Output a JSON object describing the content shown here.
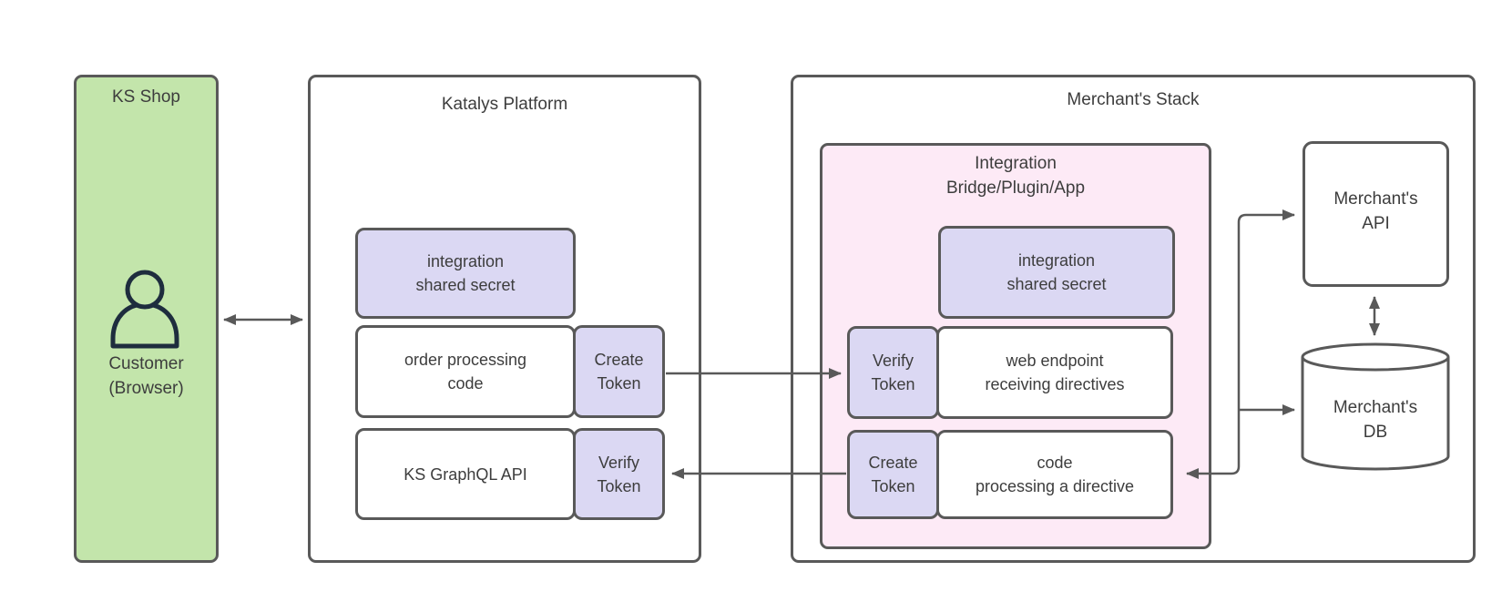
{
  "colors": {
    "green": "#c3e5ab",
    "lavender": "#dbd8f3",
    "pink": "#fdeaf6",
    "stroke": "#595959",
    "text": "#3d3d3d",
    "icon": "#1e2d3e"
  },
  "ks_shop": {
    "title": "KS Shop",
    "customer_label": [
      "Customer",
      "(Browser)"
    ]
  },
  "katalys": {
    "title": "Katalys Platform",
    "shared_secret": [
      "integration",
      "shared secret"
    ],
    "order_processing": [
      "order processing",
      "code"
    ],
    "create_token": [
      "Create",
      "Token"
    ],
    "graphql_api": "KS GraphQL API",
    "verify_token": [
      "Verify",
      "Token"
    ]
  },
  "merchant": {
    "title": "Merchant's Stack",
    "bridge": {
      "title": [
        "Integration",
        "Bridge/Plugin/App"
      ],
      "shared_secret": [
        "integration",
        "shared secret"
      ],
      "verify_token": [
        "Verify",
        "Token"
      ],
      "web_endpoint": [
        "web endpoint",
        "receiving directives"
      ],
      "create_token": [
        "Create",
        "Token"
      ],
      "code_processing": [
        "code",
        "processing a directive"
      ]
    },
    "api": [
      "Merchant's",
      "API"
    ],
    "db": [
      "Merchant's",
      "DB"
    ]
  }
}
